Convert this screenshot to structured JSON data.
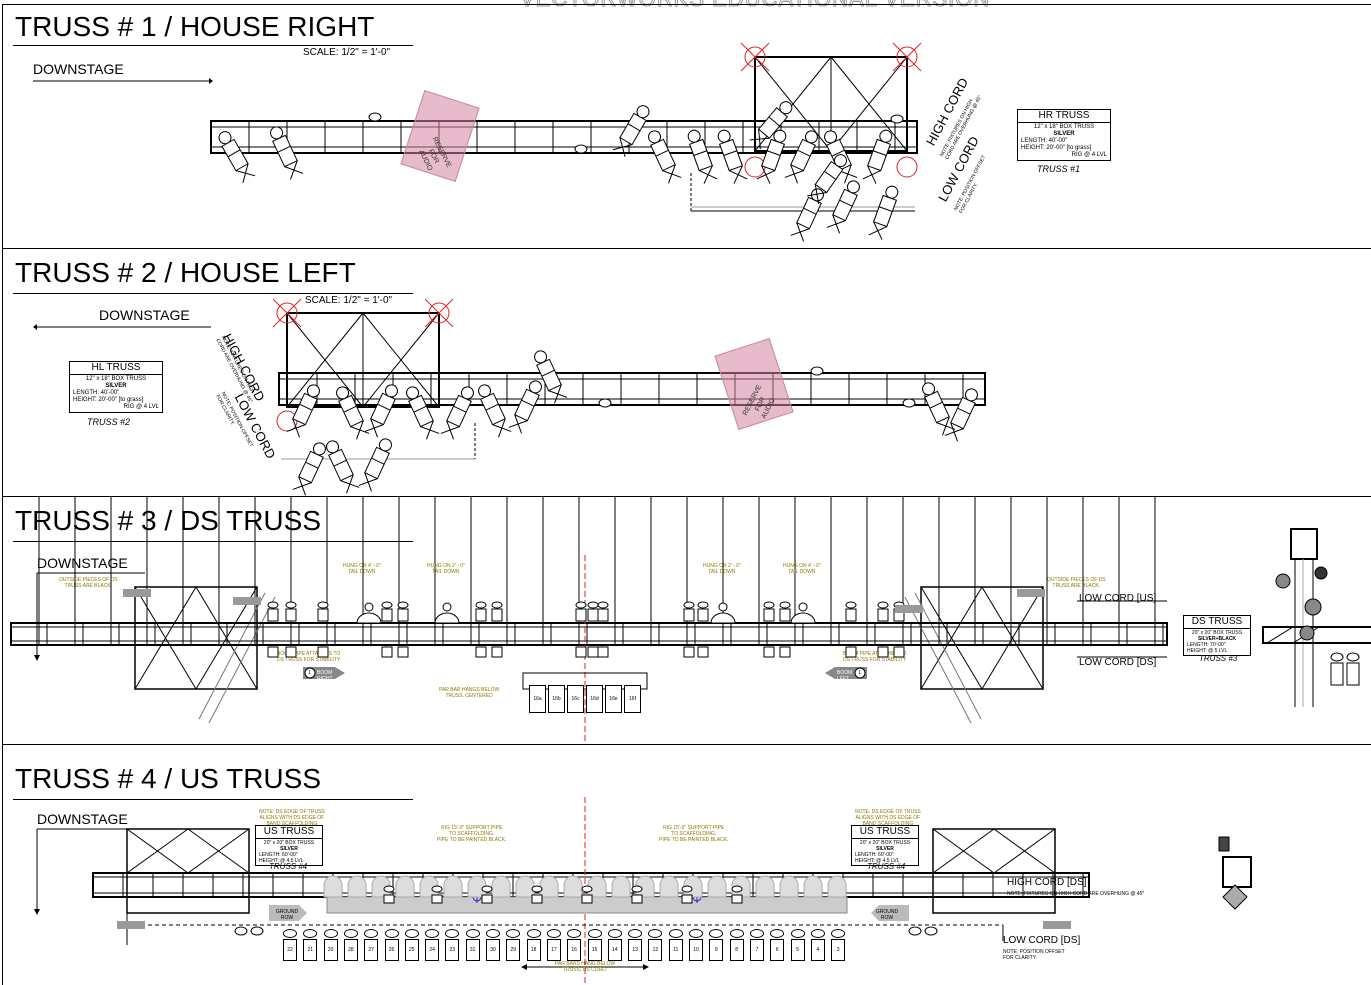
{
  "watermark": "VECTORWORKS EDUCATIONAL VERSION",
  "scale_label": "SCALE: 1/2\" = 1'-0\"",
  "downstage": "DOWNSTAGE",
  "truss1": {
    "title": "TRUSS # 1 / HOUSE RIGHT",
    "reserve": [
      "RESERVE",
      "FOR",
      "AUDIO"
    ],
    "high_cord": "HIGH CORD",
    "low_cord": "LOW CORD",
    "high_note": [
      "NOTE: FIXTURES ON HIGH",
      "CORD ARE OVERHUNG @ 45°"
    ],
    "low_note": [
      "NOTE: POSITION OFFSET",
      "FOR CLARITY."
    ],
    "box": {
      "name": "HR TRUSS",
      "l1": "12\" x 18\" BOX TRUSS",
      "l2": "SILVER",
      "l3": "LENGTH: 40'-00\"",
      "l4": "HEIGHT: 20'-00\" [to grass]",
      "l5": "RIG @ 4 LVL"
    },
    "caption": "TRUSS #1"
  },
  "truss2": {
    "title": "TRUSS # 2 / HOUSE LEFT",
    "reserve": [
      "RESERVE",
      "FOR",
      "AUDIO"
    ],
    "high_cord": "HIGH CORD",
    "low_cord": "LOW CORD",
    "high_note": [
      "NOTE: FIXTURES ON HIGH",
      "CORD ARE OVERHUNG @ 45°"
    ],
    "low_note": [
      "NOTE: POSITION OFFSET",
      "FOR CLARITY."
    ],
    "box": {
      "name": "HL TRUSS",
      "l1": "12\" x 18\" BOX TRUSS",
      "l2": "SILVER",
      "l3": "LENGTH: 40'-00\"",
      "l4": "HEIGHT: 20'-00\" [to grass]",
      "l5": "RIG @ 4 LVL"
    },
    "caption": "TRUSS #2"
  },
  "truss3": {
    "title": "TRUSS # 3 / DS TRUSS",
    "outside_note": [
      "OUTSIDE PIECES OF DS",
      "TRUSS ARE BLACK."
    ],
    "hung4": [
      "HUNG ON 4' - 0\"",
      "TAIL DOWN"
    ],
    "hung2": [
      "HUNG ON 2' - 0\"",
      "TAIL DOWN"
    ],
    "boom_note": [
      "BOOM PIPE ATTACHES TO",
      "DS TRUSS FOR STABILITY"
    ],
    "boom_right": "BOOM RIGHT",
    "boom_left": "BOOM LEFT",
    "boom_num": "1",
    "parbar_note": [
      "PAR BAR HANGS BELOW",
      "TRUSS, CENTERED"
    ],
    "parbar_labels": [
      "16a",
      "16b",
      "16c",
      "16d",
      "16e",
      "16f"
    ],
    "low_us": "LOW CORD [US]",
    "low_ds": "LOW CORD [DS]",
    "box": {
      "name": "DS TRUSS",
      "l1": "20\" x 20\" BOX TRUSS",
      "l2": "SILVER+BLACK",
      "l3": "LENGTH: 70'-00\"",
      "l4": "HEIGHT: @ 5 LVL"
    },
    "caption": "TRUSS #3"
  },
  "truss4": {
    "title": "TRUSS # 4 / US TRUSS",
    "edge_note": [
      "NOTE: DS EDGE OF TRUSS",
      "ALIGNS WITH DS EDGE OF",
      "BAND SCAFFOLDING"
    ],
    "box": {
      "name": "US TRUSS",
      "l1": "20\" x 20\" BOX TRUSS",
      "l2": "SILVER",
      "l3": "LENGTH: 60'-00\"",
      "l4": "HEIGHT: @ 4.5 LVL"
    },
    "caption": "TRUSS #4",
    "rig_note": [
      "RIG 15'-0\" SUPPORT PIPE",
      "TO SCAFFOLDING.",
      "PIPE TO BE PAINTED BLACK."
    ],
    "ground_row": "GROUND ROW",
    "high_ds": "HIGH CORD [DS]",
    "low_ds": "LOW CORD [DS]",
    "high_note": [
      "NOTE: FIXTURES ON HIGH",
      "CORD ARE OVERHUNG @ 45°"
    ],
    "low_note": [
      "NOTE: POSITION OFFSET",
      "FOR CLARITY."
    ],
    "parbar_note": [
      "PAR BARS HANG BELOW",
      "TRUSS, DS CORD."
    ],
    "channels": [
      "22",
      "21",
      "20",
      "28",
      "27",
      "26",
      "25",
      "24",
      "23",
      "31",
      "30",
      "29",
      "18",
      "17",
      "16",
      "15",
      "14",
      "13",
      "12",
      "11",
      "10",
      "9",
      "8",
      "7",
      "6",
      "5",
      "4",
      "3"
    ]
  }
}
